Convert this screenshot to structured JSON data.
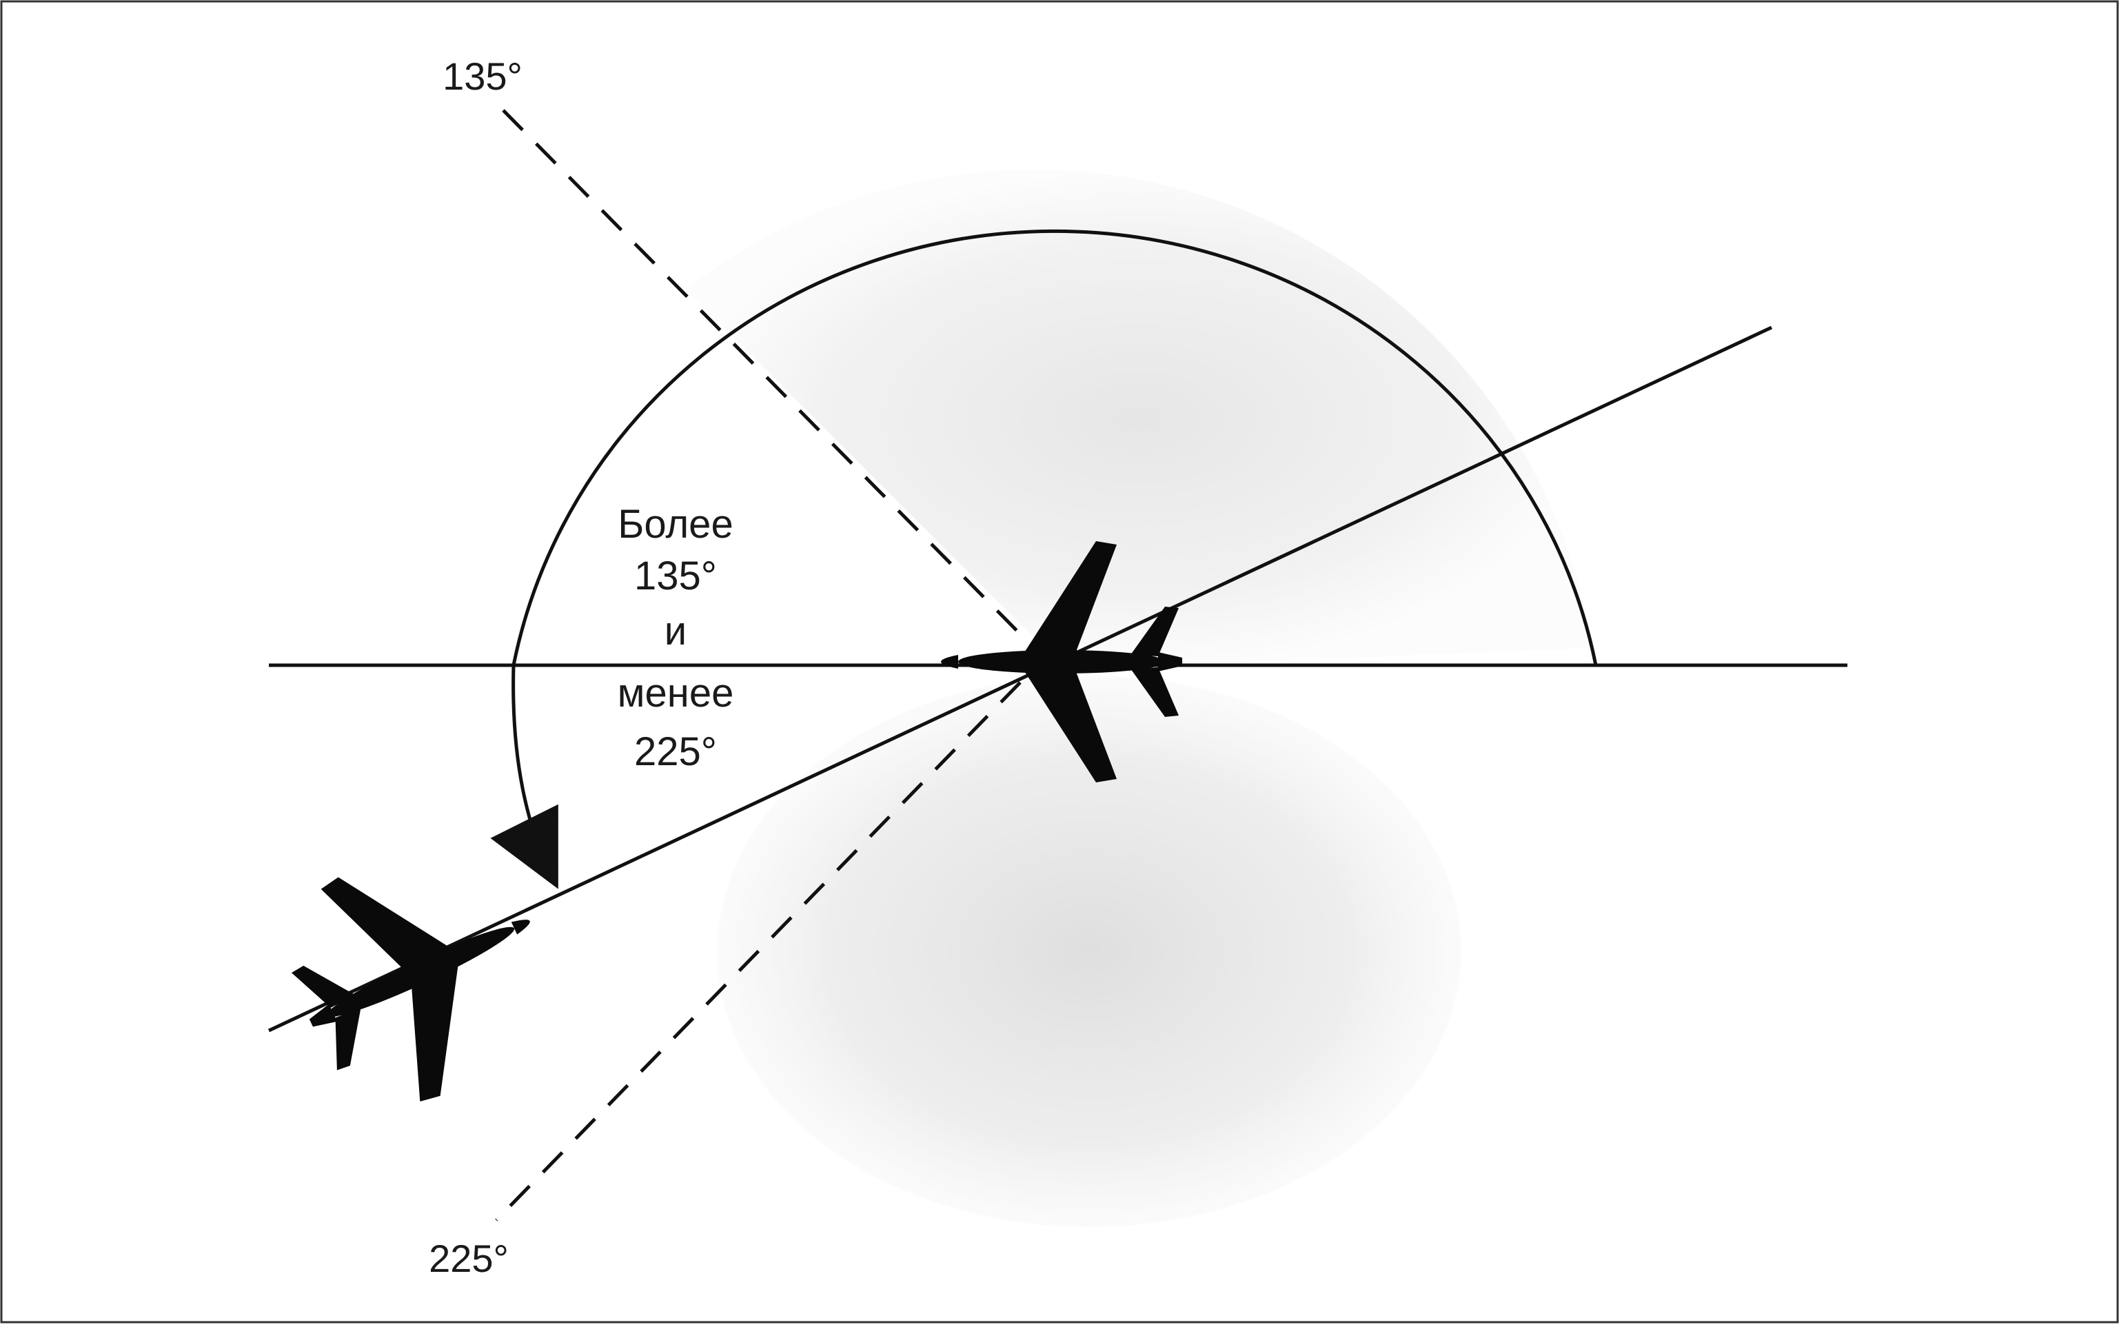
{
  "diagram": {
    "label_135": "135°",
    "label_225": "225°",
    "annotation": [
      "Более",
      "135°",
      "и",
      "менее",
      "225°"
    ],
    "colors": {
      "line": "#111111",
      "aircraft": "#0a0a0a",
      "shading": "#d4d4d4",
      "background": "#ffffff"
    }
  }
}
